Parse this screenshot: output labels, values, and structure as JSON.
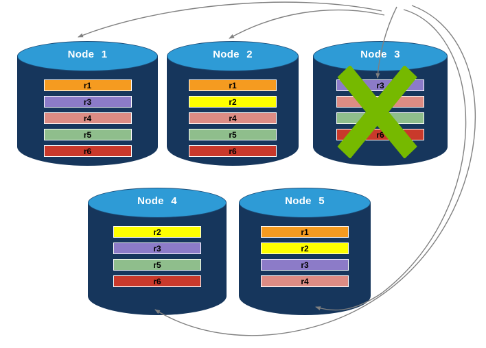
{
  "diagram_name": "replicated-shard-cluster-node-failure",
  "colors": {
    "cylinder_body": "#16365C",
    "cylinder_top": "#2E9BD6",
    "node_label_text": "#FFFFFF",
    "shard_text": "#000000",
    "arrow": "#808080",
    "failure_x": "#76B900",
    "shard_border": "#FFFFFF"
  },
  "nodes": [
    {
      "label": "Node 1",
      "failed": false,
      "shards": [
        {
          "name": "r1",
          "color": "#F59B20"
        },
        {
          "name": "r3",
          "color": "#8C7BC8"
        },
        {
          "name": "r4",
          "color": "#DD8C84"
        },
        {
          "name": "r5",
          "color": "#8FBE8C"
        },
        {
          "name": "r6",
          "color": "#C9392B"
        }
      ]
    },
    {
      "label": "Node 2",
      "failed": false,
      "shards": [
        {
          "name": "r1",
          "color": "#F59B20"
        },
        {
          "name": "r2",
          "color": "#FFFF00"
        },
        {
          "name": "r4",
          "color": "#DD8C84"
        },
        {
          "name": "r5",
          "color": "#8FBE8C"
        },
        {
          "name": "r6",
          "color": "#C9392B"
        }
      ]
    },
    {
      "label": "Node 3",
      "failed": true,
      "shards": [
        {
          "name": "r3",
          "color": "#8C7BC8"
        },
        {
          "name": "r4",
          "color": "#DD8C84"
        },
        {
          "name": "r5",
          "color": "#8FBE8C"
        },
        {
          "name": "r6",
          "color": "#C9392B"
        }
      ]
    },
    {
      "label": "Node 4",
      "failed": false,
      "shards": [
        {
          "name": "r2",
          "color": "#FFFF00"
        },
        {
          "name": "r3",
          "color": "#8C7BC8"
        },
        {
          "name": "r5",
          "color": "#8FBE8C"
        },
        {
          "name": "r6",
          "color": "#C9392B"
        }
      ]
    },
    {
      "label": "Node 5",
      "failed": false,
      "shards": [
        {
          "name": "r1",
          "color": "#F59B20"
        },
        {
          "name": "r2",
          "color": "#FFFF00"
        },
        {
          "name": "r3",
          "color": "#8C7BC8"
        },
        {
          "name": "r4",
          "color": "#DD8C84"
        }
      ]
    }
  ],
  "arrows": [
    {
      "name": "arrow-to-node-1"
    },
    {
      "name": "arrow-to-node-2"
    },
    {
      "name": "arrow-into-node-3"
    },
    {
      "name": "arrow-to-node-5"
    },
    {
      "name": "arrow-to-node-4"
    }
  ]
}
